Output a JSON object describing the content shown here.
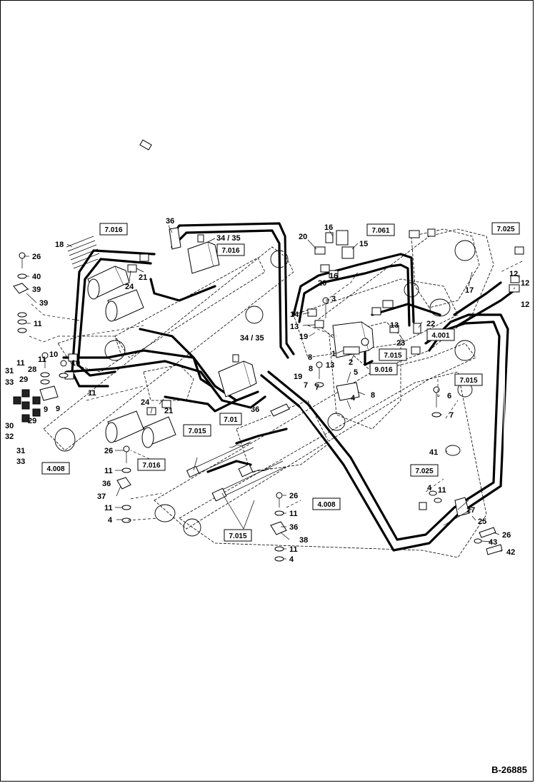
{
  "drawing_number": "B-26885",
  "reference_boxes": [
    "7.016",
    "7.016",
    "7.016",
    "7.061",
    "7.025",
    "7.025",
    "4.001",
    "7.015",
    "7.015",
    "7.015",
    "7.015",
    "9.016",
    "4.008",
    "4.008",
    "7.01"
  ],
  "callouts": [
    "26",
    "40",
    "39",
    "39",
    "11",
    "18",
    "36",
    "34 / 35",
    "20",
    "16",
    "15",
    "21",
    "24",
    "3",
    "14",
    "13",
    "19",
    "1",
    "2",
    "5",
    "8",
    "8",
    "7",
    "10",
    "11",
    "10",
    "28",
    "29",
    "31",
    "33",
    "30",
    "32",
    "31",
    "33",
    "9",
    "11",
    "12",
    "12",
    "17",
    "22",
    "23",
    "6",
    "7",
    "41",
    "26",
    "11",
    "36",
    "37",
    "11",
    "4",
    "24",
    "21",
    "34 / 35",
    "36",
    "26",
    "11",
    "36",
    "38",
    "11",
    "4",
    "4",
    "11",
    "27",
    "25",
    "26",
    "43",
    "42",
    "29",
    "9",
    "19",
    "8",
    "13",
    "12",
    "13",
    "20",
    "16",
    "11",
    "4",
    "7"
  ]
}
